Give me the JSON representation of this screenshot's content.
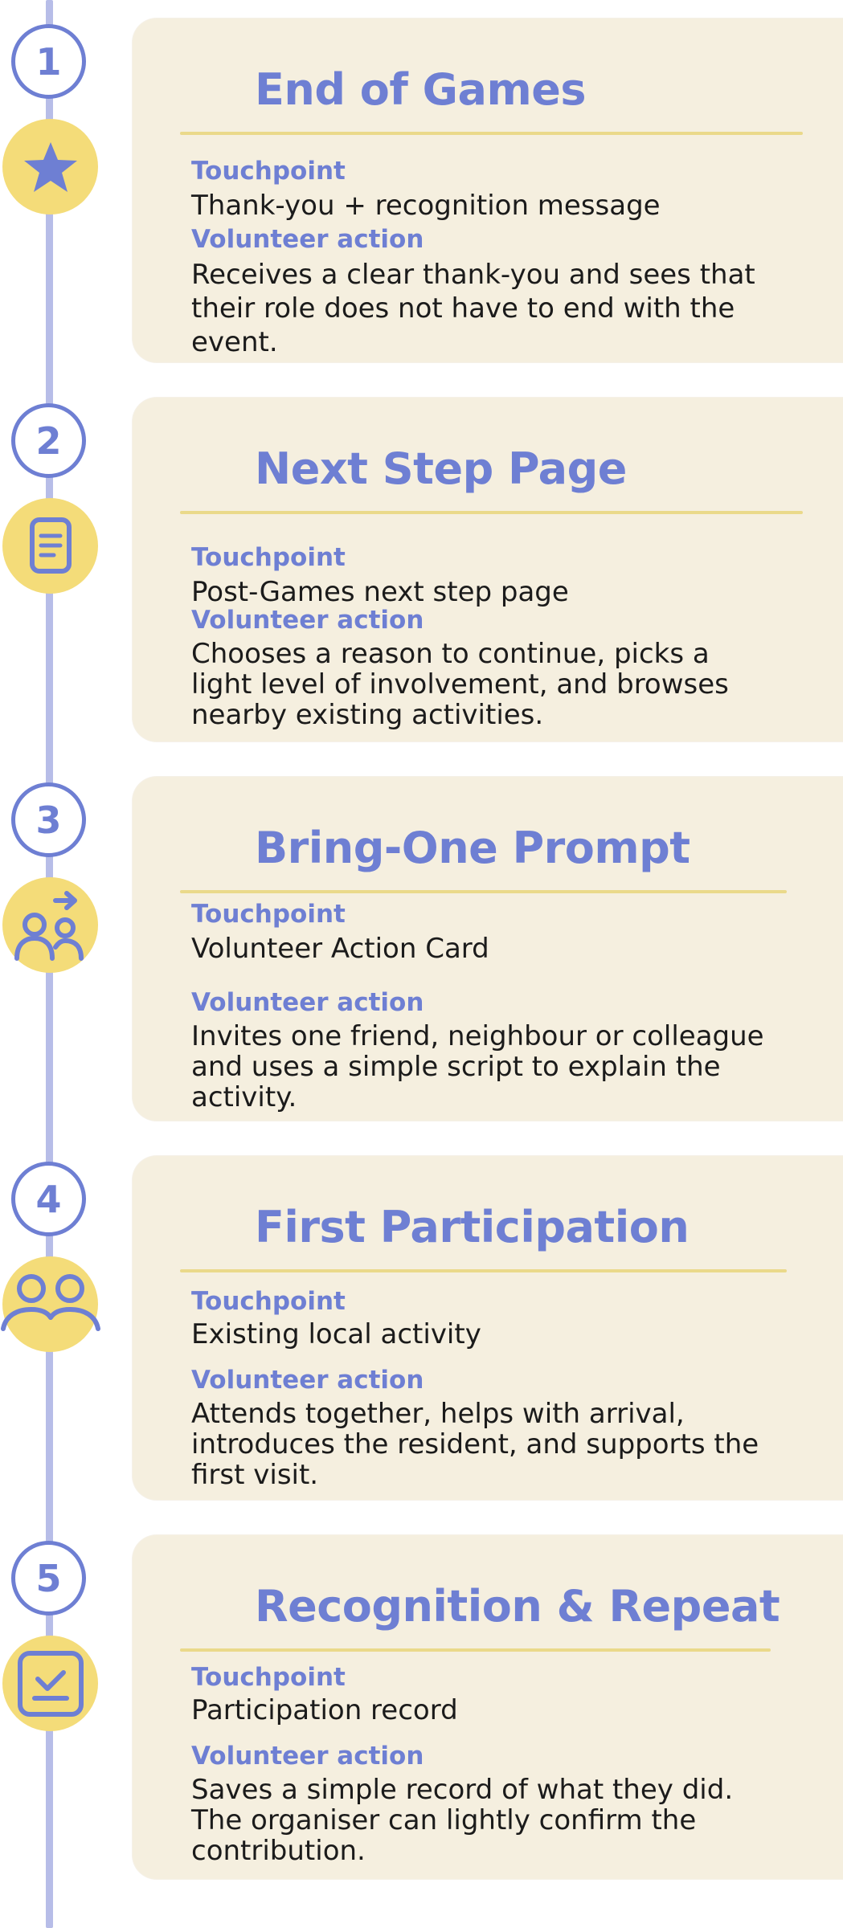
{
  "colors": {
    "accent": "#6e7fd3",
    "timeline": "#b7bde8",
    "icon_background": "#f4dc79",
    "card_background": "#f5efdf",
    "divider": "#ead98a",
    "body_text": "#1b1b1b"
  },
  "steps": [
    {
      "number": "1",
      "icon": "star-icon",
      "title": "End of Games",
      "touchpoint_label": "Touchpoint",
      "touchpoint": "Thank-you + recognition message",
      "action_label": "Volunteer action",
      "action": "Receives a clear thank-you and sees that their role does not have to end with the event."
    },
    {
      "number": "2",
      "icon": "document-icon",
      "title": "Next Step Page",
      "touchpoint_label": "Touchpoint",
      "touchpoint": "Post-Games next step page",
      "action_label": "Volunteer action",
      "action": "Chooses a reason to continue, picks a light level of involvement, and browses nearby existing activities."
    },
    {
      "number": "3",
      "icon": "invite-people-icon",
      "title": "Bring-One Prompt",
      "touchpoint_label": "Touchpoint",
      "touchpoint": "Volunteer Action Card",
      "action_label": "Volunteer action",
      "action": "Invites one friend, neighbour or colleague and uses a simple script to explain the activity."
    },
    {
      "number": "4",
      "icon": "two-people-icon",
      "title": "First Participation",
      "touchpoint_label": "Touchpoint",
      "touchpoint": "Existing local activity",
      "action_label": "Volunteer action",
      "action": "Attends together, helps with arrival, introduces the resident, and supports the first visit."
    },
    {
      "number": "5",
      "icon": "checkbox-icon",
      "title": "Recognition & Repeat",
      "touchpoint_label": "Touchpoint",
      "touchpoint": "Participation record",
      "action_label": "Volunteer action",
      "action": "Saves a simple record of what they did. The organiser can lightly confirm the contribution."
    }
  ]
}
